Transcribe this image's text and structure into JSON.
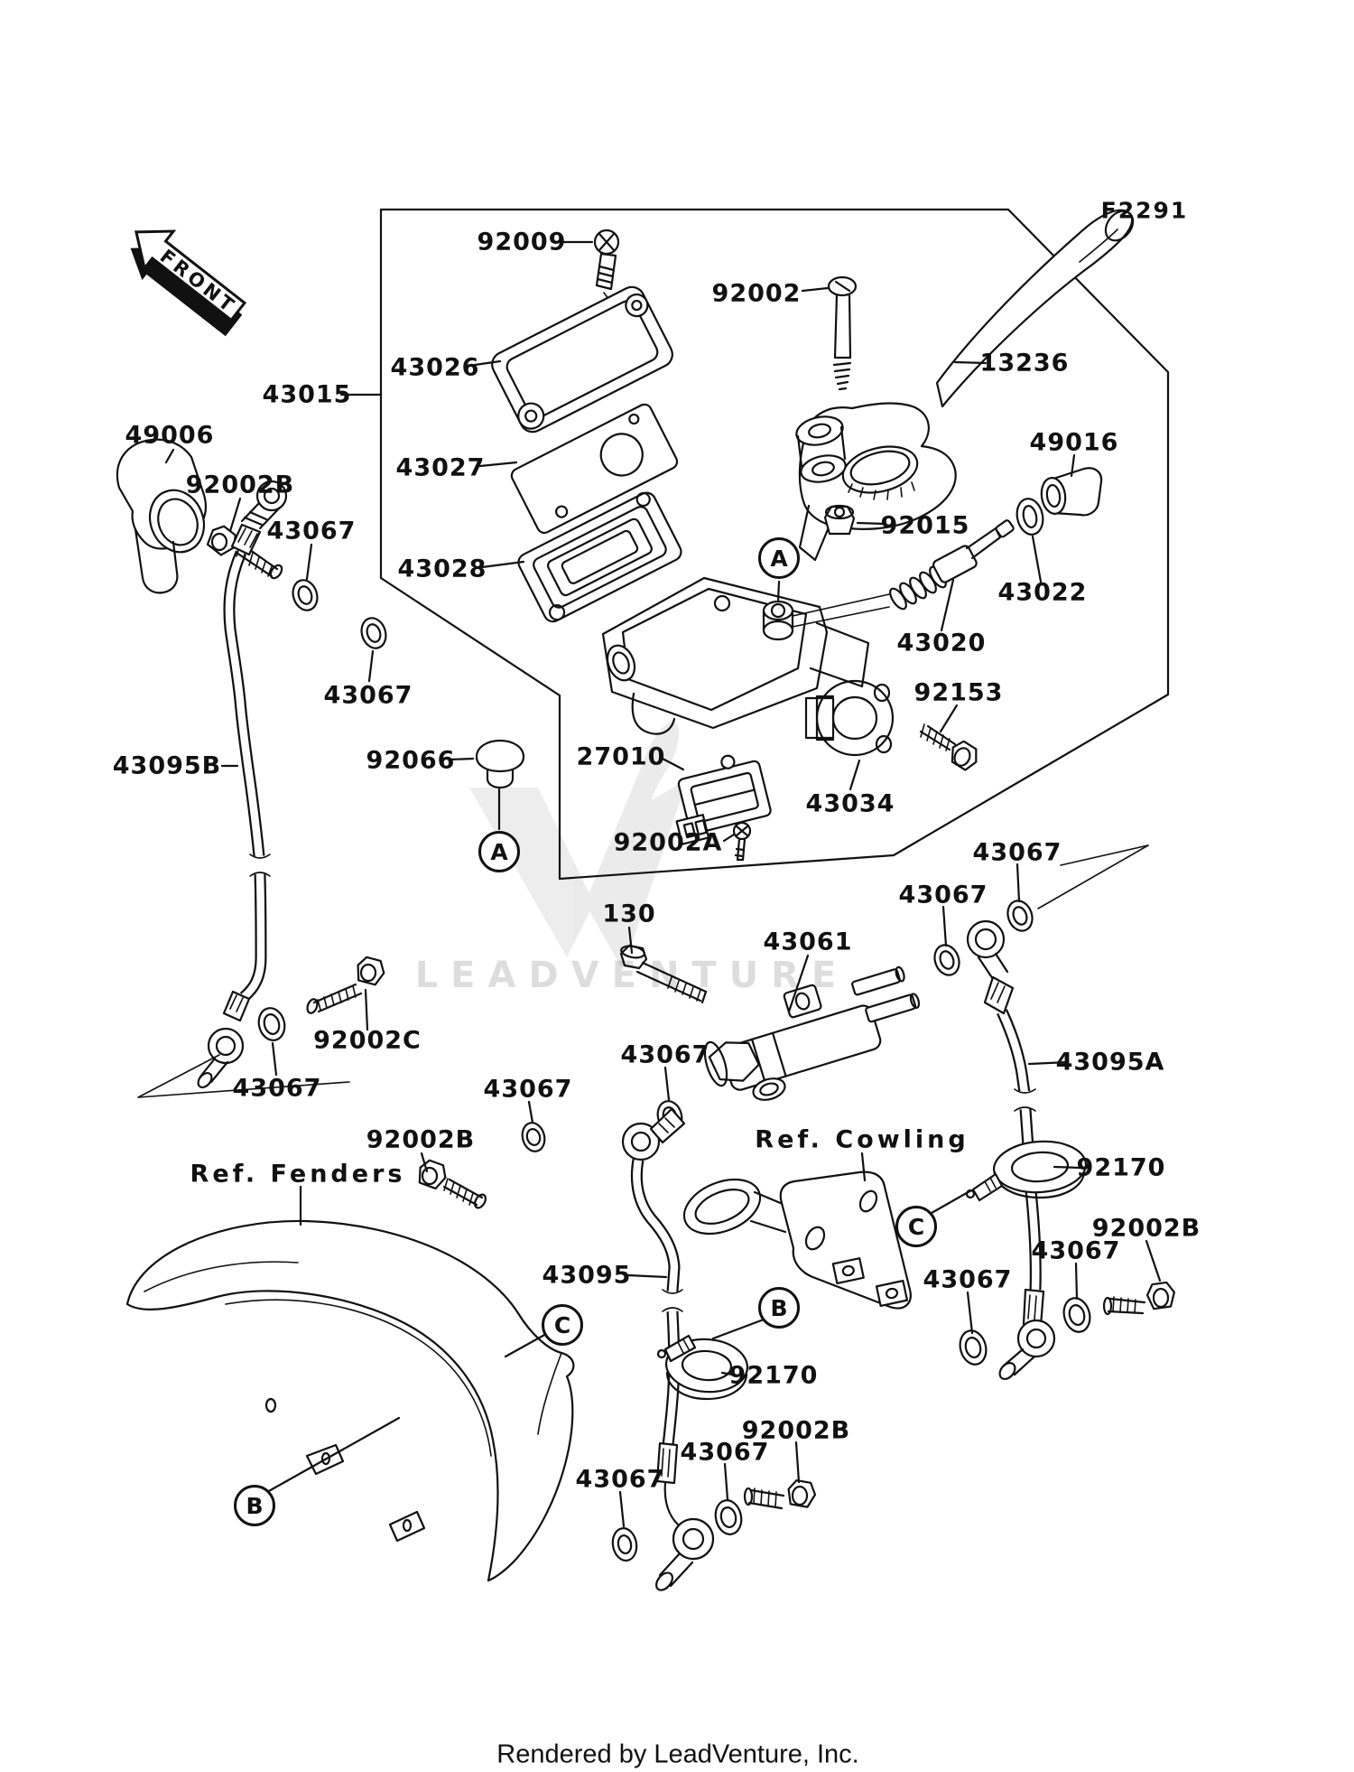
{
  "figure": {
    "code": "F2291",
    "front_label": "FRONT",
    "footer": "Rendered by LeadVenture, Inc.",
    "watermark": "LEADVENTURE"
  },
  "refs": {
    "fenders": "Ref. Fenders",
    "cowling": "Ref. Cowling"
  },
  "callouts": {
    "a": "A",
    "b": "B",
    "c": "C"
  },
  "part_labels": [
    {
      "text": "92009"
    },
    {
      "text": "92002"
    },
    {
      "text": "43026"
    },
    {
      "text": "43015"
    },
    {
      "text": "13236"
    },
    {
      "text": "49006"
    },
    {
      "text": "49016"
    },
    {
      "text": "43027"
    },
    {
      "text": "92002B"
    },
    {
      "text": "43067"
    },
    {
      "text": "92015"
    },
    {
      "text": "43028"
    },
    {
      "text": "43022"
    },
    {
      "text": "43020"
    },
    {
      "text": "92153"
    },
    {
      "text": "43067"
    },
    {
      "text": "92066"
    },
    {
      "text": "43095B"
    },
    {
      "text": "27010"
    },
    {
      "text": "43034"
    },
    {
      "text": "92002A"
    },
    {
      "text": "43067"
    },
    {
      "text": "43067"
    },
    {
      "text": "130"
    },
    {
      "text": "43061"
    },
    {
      "text": "92002C"
    },
    {
      "text": "43067"
    },
    {
      "text": "43095A"
    },
    {
      "text": "43067"
    },
    {
      "text": "43067"
    },
    {
      "text": "92002B"
    },
    {
      "text": "92170"
    },
    {
      "text": "92002B"
    },
    {
      "text": "43067"
    },
    {
      "text": "43095"
    },
    {
      "text": "43067"
    },
    {
      "text": "92170"
    },
    {
      "text": "92002B"
    },
    {
      "text": "43067"
    },
    {
      "text": "43067"
    }
  ]
}
